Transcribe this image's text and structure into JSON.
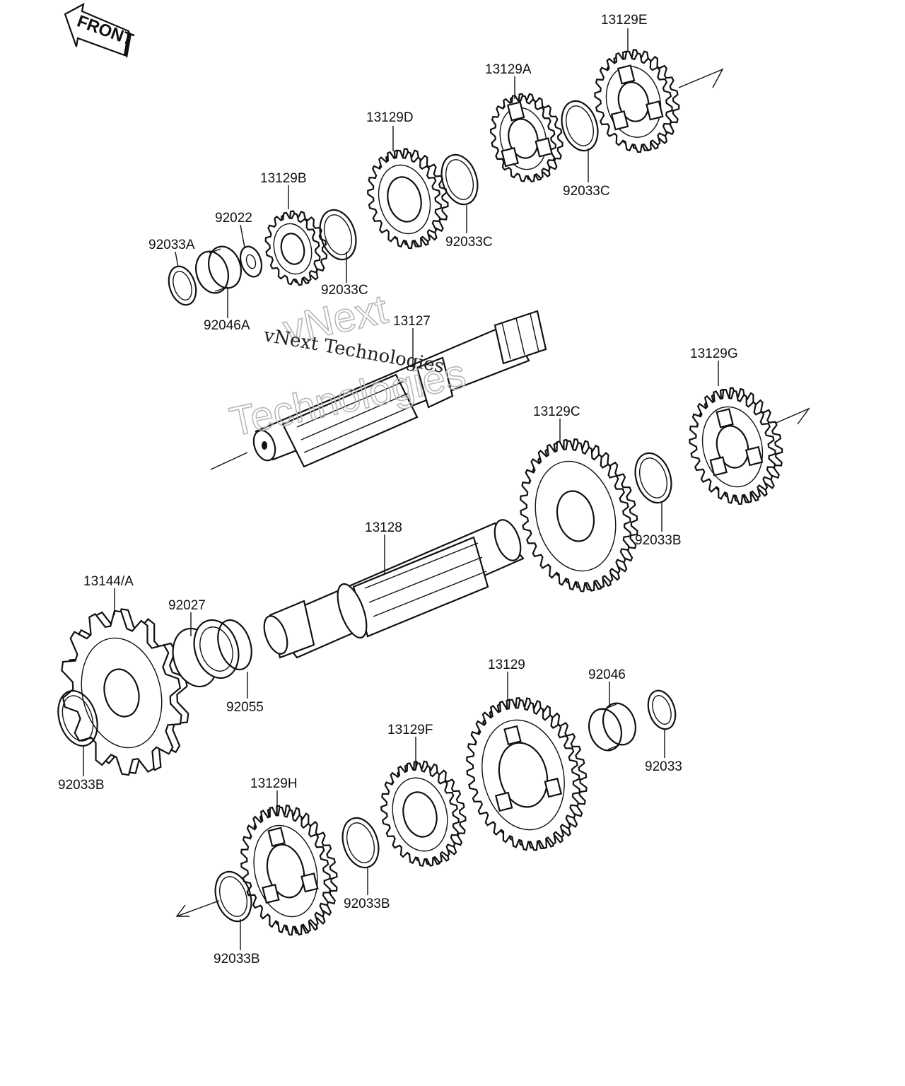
{
  "front_badge": "FRONT",
  "watermark": {
    "line1": "vNext",
    "line2": "Technologies",
    "overlay": "vNext Technologies"
  },
  "labels": {
    "p13129E": "13129E",
    "p13129A": "13129A",
    "p13129D": "13129D",
    "p13129B": "13129B",
    "p92022": "92022",
    "p92033A": "92033A",
    "p92046A": "92046A",
    "p92033C_1": "92033C",
    "p92033C_2": "92033C",
    "p92033C_3": "92033C",
    "p13127": "13127",
    "p13129G": "13129G",
    "p13129C": "13129C",
    "p92033B_1": "92033B",
    "p13128": "13128",
    "p13144A": "13144/A",
    "p92027": "92027",
    "p92055": "92055",
    "p92033B_2": "92033B",
    "p13129": "13129",
    "p92046": "92046",
    "p92033": "92033",
    "p13129F": "13129F",
    "p13129H": "13129H",
    "p92033B_3": "92033B",
    "p92033B_4": "92033B"
  }
}
